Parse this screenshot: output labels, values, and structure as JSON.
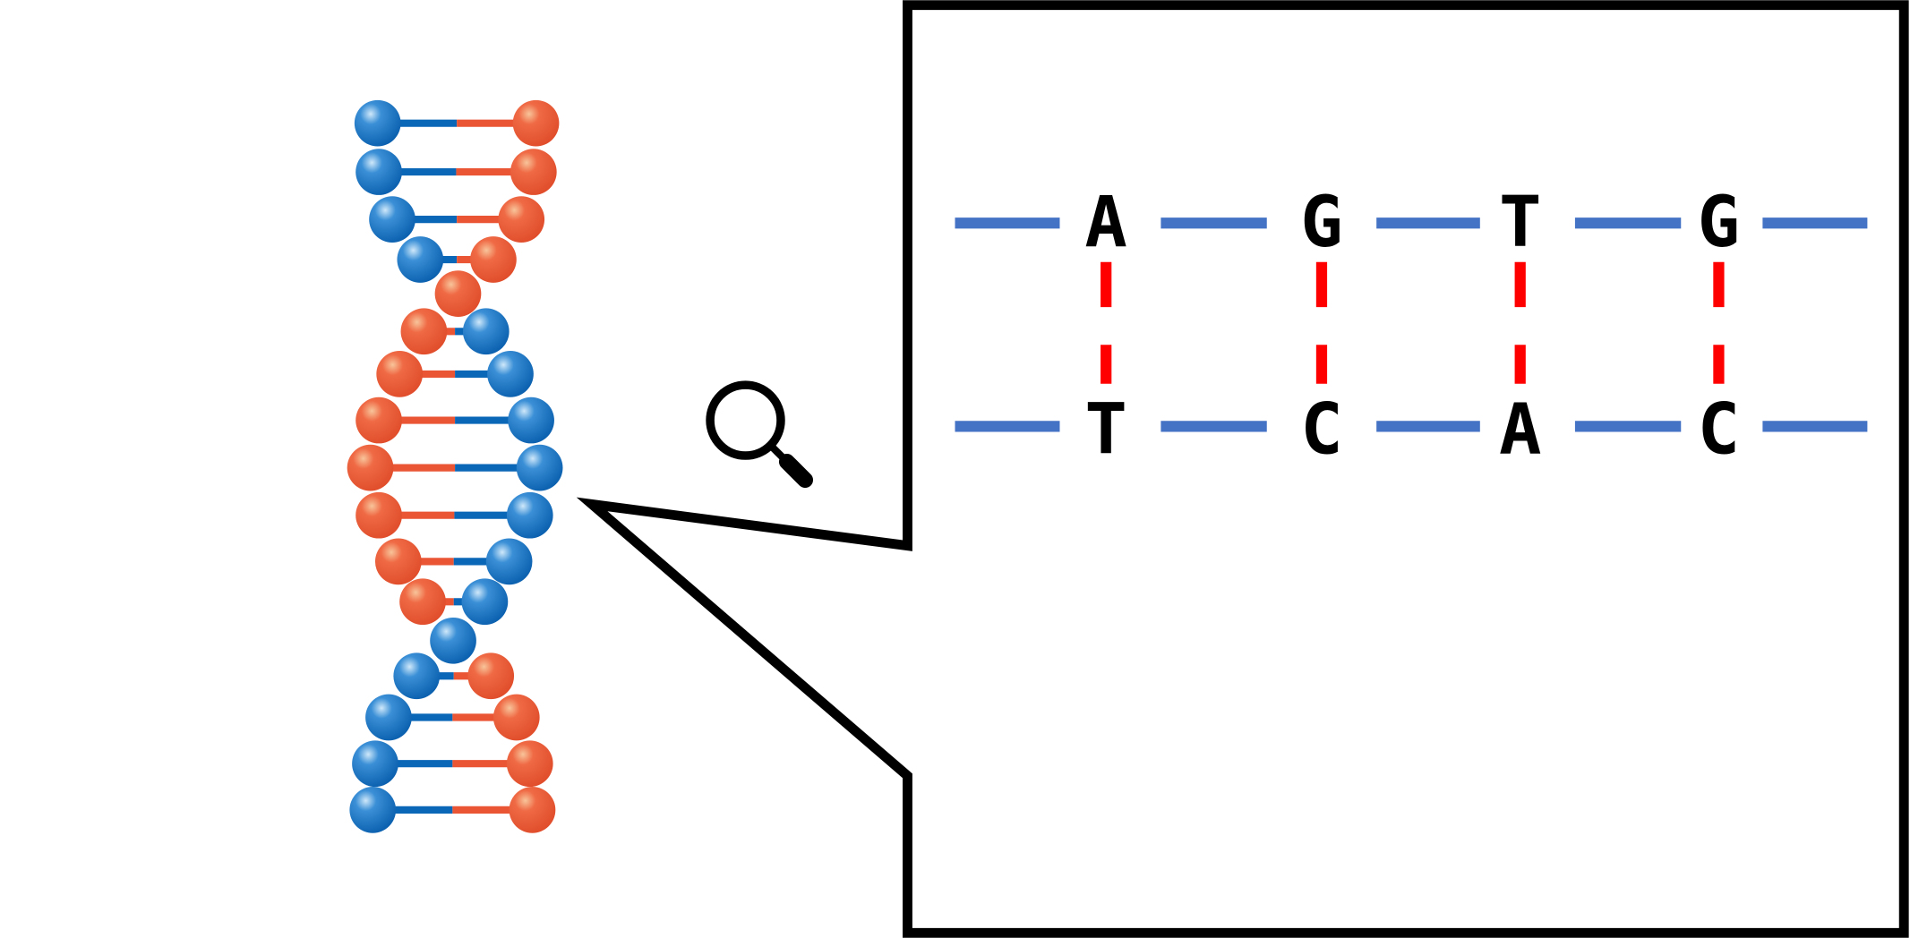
{
  "diagram": {
    "strand_top": [
      "A",
      "G",
      "T",
      "G"
    ],
    "strand_bottom": [
      "T",
      "C",
      "A",
      "C"
    ],
    "icons": [
      "dna-helix-icon",
      "magnifier-icon"
    ],
    "colors": {
      "backbone": "#4472c4",
      "hydrogen_bond": "#ff0000",
      "dna_blue": "#0a66b6",
      "dna_red": "#ea5534",
      "callout_border": "#000000"
    }
  }
}
